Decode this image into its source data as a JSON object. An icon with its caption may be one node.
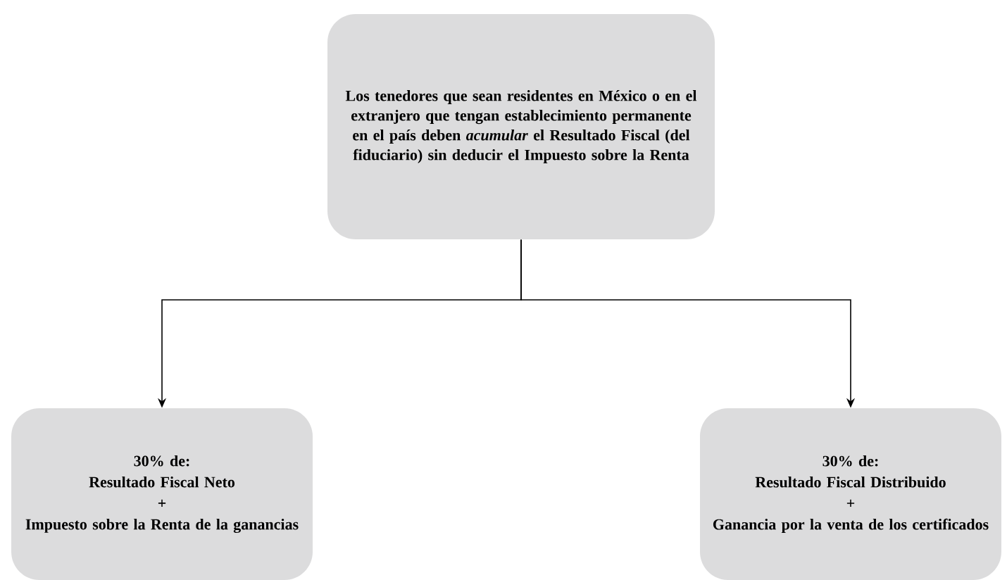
{
  "diagram": {
    "nodes": [
      {
        "text": [
          "Los tenedores que sean residentes en México o en el extranjero que tengan establecimiento permanente en el país deben *acumular* el Resultado Fiscal (del fiduciario) sin deducir el Impuesto sobre la Renta"
        ]
      },
      {
        "text": [
          "30% de:",
          "Resultado Fiscal Neto",
          "+",
          "Impuesto sobre la Renta de la ganancias"
        ]
      },
      {
        "text": [
          "30% de:",
          "Resultado Fiscal Distribuido",
          "+",
          "Ganancia por la venta de los certificados"
        ]
      }
    ],
    "edges": [
      {
        "from": 0,
        "to": 1,
        "arrow": "to"
      },
      {
        "from": 0,
        "to": 2,
        "arrow": "to"
      }
    ]
  }
}
